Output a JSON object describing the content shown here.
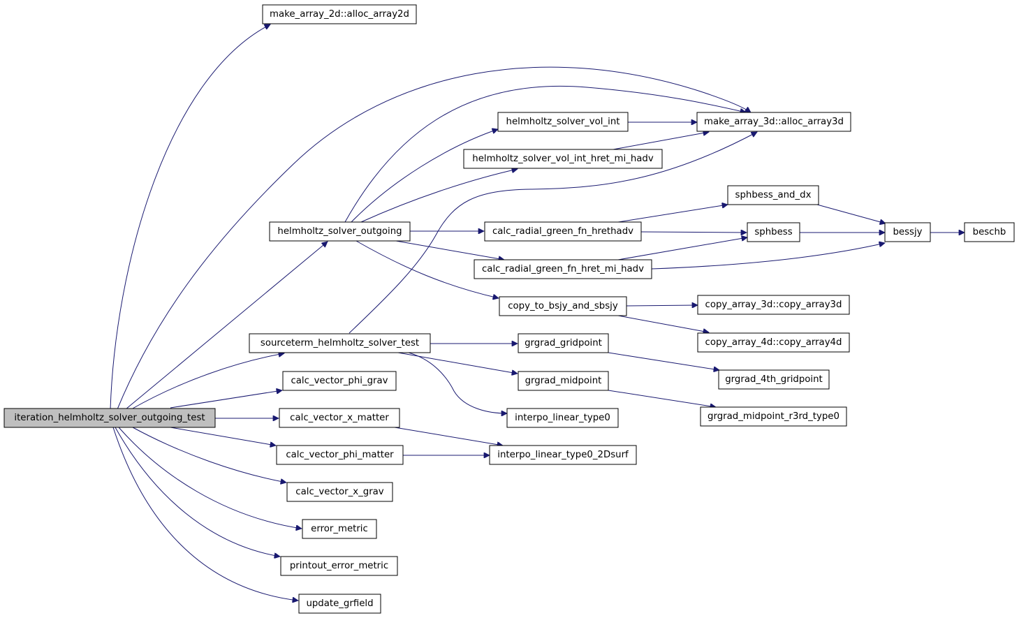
{
  "diagram": {
    "type": "call-graph",
    "edge_color": "#191970",
    "root_fill": "#bfbfbf",
    "nodes": [
      {
        "id": "root",
        "label": "iteration_helmholtz_solver_outgoing_test",
        "root": true
      },
      {
        "id": "alloc2d",
        "label": "make_array_2d::alloc_array2d"
      },
      {
        "id": "alloc3d",
        "label": "make_array_3d::alloc_array3d"
      },
      {
        "id": "hso",
        "label": "helmholtz_solver_outgoing"
      },
      {
        "id": "volint",
        "label": "helmholtz_solver_vol_int"
      },
      {
        "id": "volinthret",
        "label": "helmholtz_solver_vol_int_hret_mi_hadv"
      },
      {
        "id": "sphdx",
        "label": "sphbess_and_dx"
      },
      {
        "id": "crgh",
        "label": "calc_radial_green_fn_hrethadv"
      },
      {
        "id": "sphbess",
        "label": "sphbess"
      },
      {
        "id": "bessjy",
        "label": "bessjy"
      },
      {
        "id": "beschb",
        "label": "beschb"
      },
      {
        "id": "crgm",
        "label": "calc_radial_green_fn_hret_mi_hadv"
      },
      {
        "id": "cpbs",
        "label": "copy_to_bsjy_and_sbsjy"
      },
      {
        "id": "cp3d",
        "label": "copy_array_3d::copy_array3d"
      },
      {
        "id": "cp4d",
        "label": "copy_array_4d::copy_array4d"
      },
      {
        "id": "sth",
        "label": "sourceterm_helmholtz_solver_test"
      },
      {
        "id": "ggp",
        "label": "grgrad_gridpoint"
      },
      {
        "id": "g4th",
        "label": "grgrad_4th_gridpoint"
      },
      {
        "id": "gmid",
        "label": "grgrad_midpoint"
      },
      {
        "id": "gmr3",
        "label": "grgrad_midpoint_r3rd_type0"
      },
      {
        "id": "cvpg",
        "label": "calc_vector_phi_grav"
      },
      {
        "id": "ilt0",
        "label": "interpo_linear_type0"
      },
      {
        "id": "cvxm",
        "label": "calc_vector_x_matter"
      },
      {
        "id": "ilt2d",
        "label": "interpo_linear_type0_2Dsurf"
      },
      {
        "id": "cvpm",
        "label": "calc_vector_phi_matter"
      },
      {
        "id": "cvxg",
        "label": "calc_vector_x_grav"
      },
      {
        "id": "errm",
        "label": "error_metric"
      },
      {
        "id": "perr",
        "label": "printout_error_metric"
      },
      {
        "id": "upd",
        "label": "update_grfield"
      }
    ]
  }
}
